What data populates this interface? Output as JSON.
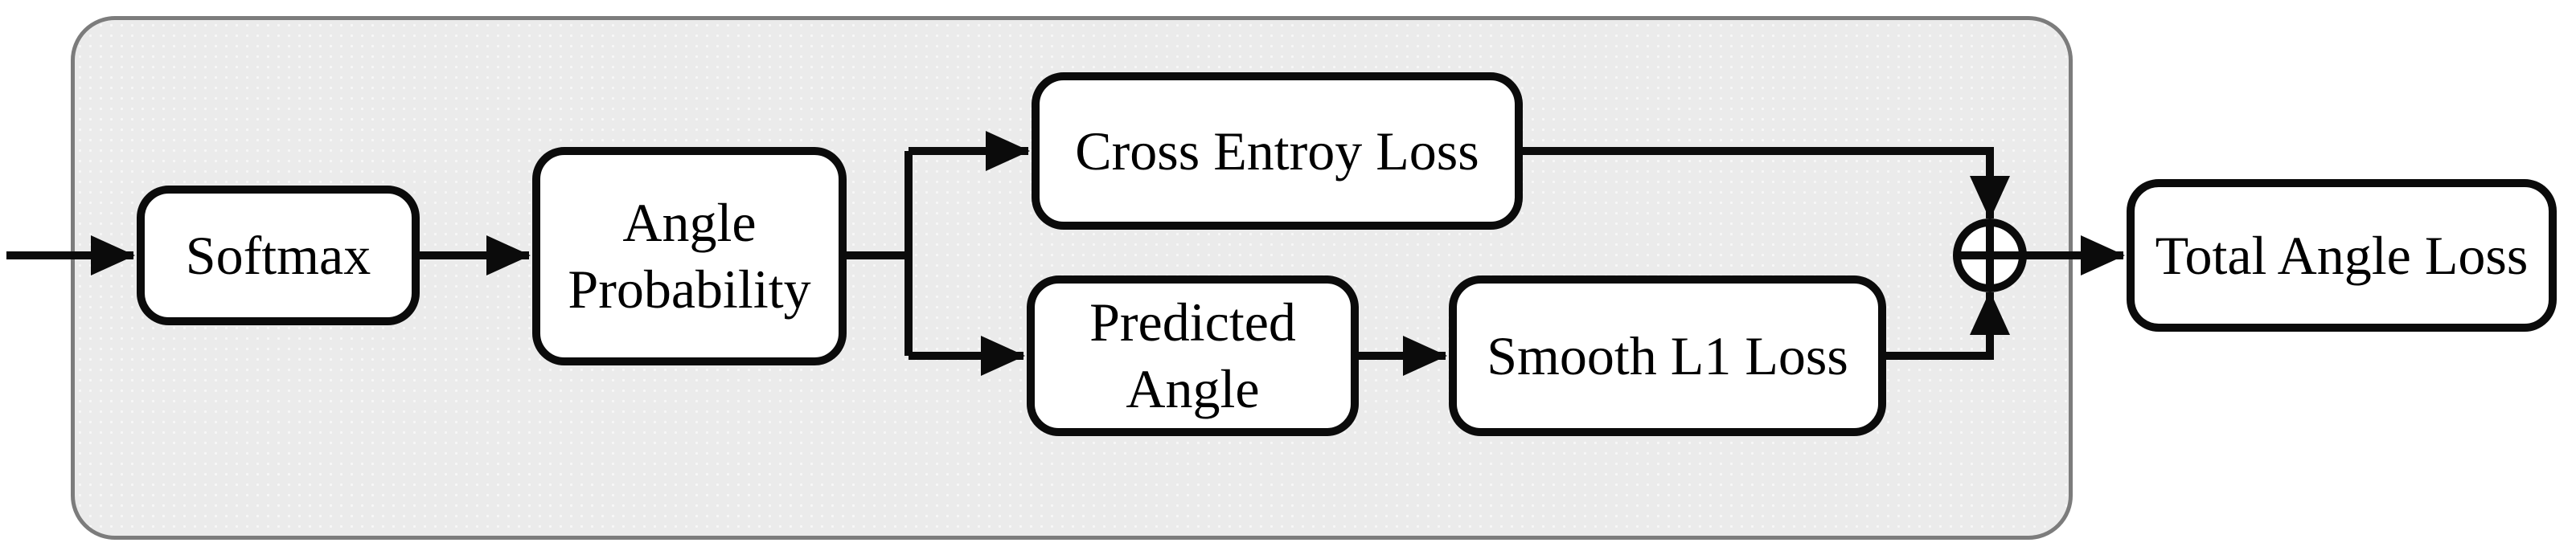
{
  "diagram": {
    "type": "flowchart",
    "nodes": [
      {
        "id": "softmax",
        "label": "Softmax"
      },
      {
        "id": "angle-probability",
        "label": "Angle Probability"
      },
      {
        "id": "cross-entroy-loss",
        "label": "Cross Entroy Loss"
      },
      {
        "id": "predicted-angle",
        "label": "Predicted Angle"
      },
      {
        "id": "smooth-l1-loss",
        "label": "Smooth L1 Loss"
      },
      {
        "id": "total-angle-loss",
        "label": "Total Angle Loss"
      }
    ],
    "operator": {
      "id": "sum",
      "symbol": "⊕",
      "icon": "circle-plus-icon"
    },
    "edges": [
      {
        "from": "input",
        "to": "softmax"
      },
      {
        "from": "softmax",
        "to": "angle-probability"
      },
      {
        "from": "angle-probability",
        "to": "cross-entroy-loss"
      },
      {
        "from": "angle-probability",
        "to": "predicted-angle"
      },
      {
        "from": "predicted-angle",
        "to": "smooth-l1-loss"
      },
      {
        "from": "cross-entroy-loss",
        "to": "sum"
      },
      {
        "from": "smooth-l1-loss",
        "to": "sum"
      },
      {
        "from": "sum",
        "to": "total-angle-loss"
      }
    ],
    "colors": {
      "container_fill": "#ebebeb",
      "container_border": "#7c7c7c",
      "node_fill": "#ffffff",
      "line": "#000000"
    }
  }
}
